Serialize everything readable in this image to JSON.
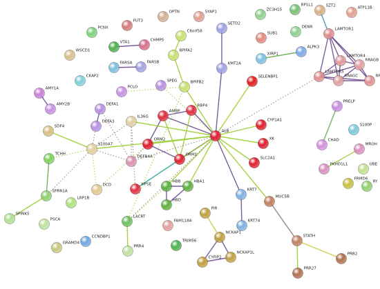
{
  "nodes": [
    {
      "id": "PCNX",
      "label": "PCNX",
      "color": "#7fd07f"
    },
    {
      "id": "FUT3",
      "label": "FUT3",
      "color": "#d67a7a"
    },
    {
      "id": "OPTN",
      "label": "OPTN",
      "color": "#d0b090"
    },
    {
      "id": "SYAP1",
      "label": "SYAP1",
      "color": "#e0a090"
    },
    {
      "id": "ZC3H15",
      "label": "ZC3H15",
      "color": "#8fd08f"
    },
    {
      "id": "RP1L1",
      "label": "RP1L1",
      "color": "#77c077"
    },
    {
      "id": "SZT2",
      "label": "SZT2",
      "color": "#d8b088"
    },
    {
      "id": "ATP11B",
      "label": "ATP11B",
      "color": "#e0a090"
    },
    {
      "id": "VTA1",
      "label": "VTA1",
      "color": "#4fb04f"
    },
    {
      "id": "CHMP5",
      "label": "CHMP5",
      "color": "#d86f8a"
    },
    {
      "id": "C6orf58",
      "label": "C6orf58",
      "color": "#c8e070"
    },
    {
      "id": "SETD2",
      "label": "SETD2",
      "color": "#a0a0e0"
    },
    {
      "id": "SUB1",
      "label": "SUB1",
      "color": "#e08a7a"
    },
    {
      "id": "DENR",
      "label": "DENR",
      "color": "#90d090"
    },
    {
      "id": "LAMTOR1",
      "label": "LAMTOR1",
      "color": "#e09090"
    },
    {
      "id": "WSCD1",
      "label": "WSCD1",
      "color": "#d8c090"
    },
    {
      "id": "FARSA",
      "label": "FARSA",
      "color": "#80c0e0"
    },
    {
      "id": "FARSB",
      "label": "FARSB",
      "color": "#a0a0e0"
    },
    {
      "id": "BPIFA2",
      "label": "BPIFA2",
      "color": "#c8e070"
    },
    {
      "id": "XIRP1",
      "label": "XIRP1",
      "color": "#80c0e0"
    },
    {
      "id": "ALPK3",
      "label": "ALPK3",
      "color": "#80a8e8"
    },
    {
      "id": "LAMTOR4",
      "label": "LAMTOR4",
      "color": "#e09a9a"
    },
    {
      "id": "RRAGB",
      "label": "RRAGB",
      "color": "#e0a0a0"
    },
    {
      "id": "CKAP2",
      "label": "CKAP2",
      "color": "#80d0d8"
    },
    {
      "id": "KMT2A",
      "label": "KMT2A",
      "color": "#a0a0e0"
    },
    {
      "id": "LAMTOR5",
      "label": "LAMTOR5",
      "color": "#e09090"
    },
    {
      "id": "RRAGC",
      "label": "RRAGC",
      "color": "#e0a0a0"
    },
    {
      "id": "RPTOR",
      "label": "RPTOR",
      "color": "#e09090"
    },
    {
      "id": "AMY1A",
      "label": "AMY1A",
      "color": "#c880d8"
    },
    {
      "id": "PCLO",
      "label": "PCLO",
      "color": "#c890e0"
    },
    {
      "id": "SPEG",
      "label": "SPEG",
      "color": "#b890e0"
    },
    {
      "id": "BPIFB2",
      "label": "BPIFB2",
      "color": "#c8e070"
    },
    {
      "id": "SELENBP1",
      "label": "SELENBP1",
      "color": "#e02020"
    },
    {
      "id": "AMY2B",
      "label": "AMY2B",
      "color": "#c890e0"
    },
    {
      "id": "DEFA1",
      "label": "DEFA1",
      "color": "#b890e0"
    },
    {
      "id": "RBP4",
      "label": "RBP4",
      "color": "#e03040"
    },
    {
      "id": "AMBP",
      "label": "AMBP",
      "color": "#e03040"
    },
    {
      "id": "IL36G",
      "label": "IL36G",
      "color": "#e0d0a0"
    },
    {
      "id": "PRELP",
      "label": "PRELP",
      "color": "#c890e0"
    },
    {
      "id": "DEFA3",
      "label": "DEFA3",
      "color": "#b890e0"
    },
    {
      "id": "SDF4",
      "label": "SDF4",
      "color": "#d8c080"
    },
    {
      "id": "CYP1A1",
      "label": "CYP1A1",
      "color": "#e02030"
    },
    {
      "id": "ALB",
      "label": "ALB",
      "color": "#e02040"
    },
    {
      "id": "S100P",
      "label": "S100P",
      "color": "#80c8d8"
    },
    {
      "id": "ORM2",
      "label": "ORM2",
      "color": "#e02030"
    },
    {
      "id": "S100A7",
      "label": "S100A7",
      "color": "#e0d0a0"
    },
    {
      "id": "XK",
      "label": "XK",
      "color": "#e02030"
    },
    {
      "id": "TCHH",
      "label": "TCHH",
      "color": "#80d060"
    },
    {
      "id": "DEFB4A",
      "label": "DEFB4A",
      "color": "#d890b0"
    },
    {
      "id": "ORM1",
      "label": "ORM1",
      "color": "#e02030"
    },
    {
      "id": "CHAD",
      "label": "CHAD",
      "color": "#d090e0"
    },
    {
      "id": "MROH",
      "label": "MROH",
      "color": "#d890c0"
    },
    {
      "id": "SLC2A1",
      "label": "SLC2A1",
      "color": "#e02030"
    },
    {
      "id": "PKHD1L1",
      "label": "PKHD1L1",
      "color": "#d890c0"
    },
    {
      "id": "UBE",
      "label": "UBE",
      "color": "#c0e090"
    },
    {
      "id": "FRMD6",
      "label": "FRMD6",
      "color": "#c8c040"
    },
    {
      "id": "RY",
      "label": "RY",
      "color": "#90d070"
    },
    {
      "id": "SPRR1A",
      "label": "SPRR1A",
      "color": "#90d070"
    },
    {
      "id": "DCD",
      "label": "DCD",
      "color": "#e0c890"
    },
    {
      "id": "HPSE",
      "label": "HPSE",
      "color": "#e03040"
    },
    {
      "id": "HBB",
      "label": "HBB",
      "color": "#60b040"
    },
    {
      "id": "HBA1",
      "label": "HBA1",
      "color": "#60b040"
    },
    {
      "id": "KRT7",
      "label": "KRT7",
      "color": "#80b0e0"
    },
    {
      "id": "MUC5B",
      "label": "MUC5B",
      "color": "#c08060"
    },
    {
      "id": "LRP1B",
      "label": "LRP1B",
      "color": "#b0e080"
    },
    {
      "id": "HBD",
      "label": "HBD",
      "color": "#60b040"
    },
    {
      "id": "SPINK5",
      "label": "SPINK5",
      "color": "#b0e090"
    },
    {
      "id": "PSCA",
      "label": "PSCA",
      "color": "#c0e0a0"
    },
    {
      "id": "LACRT",
      "label": "LACRT",
      "color": "#70c060"
    },
    {
      "id": "FAM118A",
      "label": "FAM118A",
      "color": "#e0a0a0"
    },
    {
      "id": "PIR",
      "label": "PIR",
      "color": "#c0a040"
    },
    {
      "id": "KRT74",
      "label": "KRT74",
      "color": "#80b0e0"
    },
    {
      "id": "CCNDBP1",
      "label": "CCNDBP1",
      "color": "#70a8e0"
    },
    {
      "id": "GRAMD4",
      "label": "GRAMD4",
      "color": "#c8c880"
    },
    {
      "id": "PRR4",
      "label": "PRR4",
      "color": "#c0e0a0"
    },
    {
      "id": "TRIM56",
      "label": "TRIM56",
      "color": "#50b050"
    },
    {
      "id": "NCKAP1",
      "label": "NCKAP1",
      "color": "#c0a040"
    },
    {
      "id": "STATH",
      "label": "STATH",
      "color": "#c08060"
    },
    {
      "id": "CYFIP2",
      "label": "CYFIP2",
      "color": "#c0a040"
    },
    {
      "id": "NCKAP1L",
      "label": "NCKAP1L",
      "color": "#c0a040"
    },
    {
      "id": "PRB2",
      "label": "PRB2",
      "color": "#b07050"
    },
    {
      "id": "PRR27",
      "label": "PRR27",
      "color": "#b07050"
    }
  ],
  "edges": [
    {
      "source": "VTA1",
      "target": "CHMP5",
      "color": "#6b4a8f",
      "style": "solid"
    },
    {
      "source": "FARSA",
      "target": "FARSB",
      "color": "#6b4a8f",
      "style": "solid"
    },
    {
      "source": "C6orf58",
      "target": "BPIFA2",
      "color": "#9acd32",
      "style": "solid"
    },
    {
      "source": "BPIFA2",
      "target": "BPIFB2",
      "color": "#9acd32",
      "style": "solid"
    },
    {
      "source": "SETD2",
      "target": "KMT2A",
      "color": "#6b4a8f",
      "style": "solid"
    },
    {
      "source": "XIRP1",
      "target": "ALPK3",
      "color": "#6aa84f",
      "style": "solid"
    },
    {
      "source": "SZT2",
      "target": "LAMTOR1",
      "color": "#3c8dbc",
      "style": "solid"
    },
    {
      "source": "LAMTOR1",
      "target": "LAMTOR4",
      "color": "#6b4a8f",
      "style": "solid"
    },
    {
      "source": "LAMTOR1",
      "target": "LAMTOR5",
      "color": "#6b4a8f",
      "style": "solid"
    },
    {
      "source": "LAMTOR1",
      "target": "RRAGB",
      "color": "#6b4a8f",
      "style": "solid"
    },
    {
      "source": "LAMTOR1",
      "target": "RRAGC",
      "color": "#6b4a8f",
      "style": "solid"
    },
    {
      "source": "LAMTOR1",
      "target": "RPTOR",
      "color": "#6b4a8f",
      "style": "solid"
    },
    {
      "source": "LAMTOR4",
      "target": "LAMTOR5",
      "color": "#6b4a8f",
      "style": "solid"
    },
    {
      "source": "LAMTOR4",
      "target": "RRAGB",
      "color": "#6b4a8f",
      "style": "solid"
    },
    {
      "source": "LAMTOR4",
      "target": "RRAGC",
      "color": "#6b4a8f",
      "style": "solid"
    },
    {
      "source": "LAMTOR5",
      "target": "RRAGC",
      "color": "#6b4a8f",
      "style": "solid"
    },
    {
      "source": "LAMTOR5",
      "target": "RRAGB",
      "color": "#6b4a8f",
      "style": "solid"
    },
    {
      "source": "LAMTOR5",
      "target": "RPTOR",
      "color": "#6b4a8f",
      "style": "solid"
    },
    {
      "source": "RRAGB",
      "target": "RRAGC",
      "color": "#6b4a8f",
      "style": "solid"
    },
    {
      "source": "RRAGB",
      "target": "RPTOR",
      "color": "#6b4a8f",
      "style": "solid"
    },
    {
      "source": "RRAGC",
      "target": "RPTOR",
      "color": "#6b4a8f",
      "style": "solid"
    },
    {
      "source": "AMY1A",
      "target": "AMY2B",
      "color": "#6b4a8f",
      "style": "solid"
    },
    {
      "source": "DEFA1",
      "target": "DEFA3",
      "color": "#6b4a8f",
      "style": "solid"
    },
    {
      "source": "AMBP",
      "target": "RBP4",
      "color": "#6b4a8f",
      "style": "solid"
    },
    {
      "source": "AMBP",
      "target": "ALB",
      "color": "#6b4a8f",
      "style": "solid"
    },
    {
      "source": "AMBP",
      "target": "ORM2",
      "color": "#6b4a8f",
      "style": "solid"
    },
    {
      "source": "AMBP",
      "target": "ORM1",
      "color": "#9acd32",
      "style": "solid"
    },
    {
      "source": "RBP4",
      "target": "ALB",
      "color": "#6b4a8f",
      "style": "solid"
    },
    {
      "source": "RBP4",
      "target": "ORM1",
      "color": "#9acd32",
      "style": "solid"
    },
    {
      "source": "ORM2",
      "target": "ORM1",
      "color": "#6b4a8f",
      "style": "solid"
    },
    {
      "source": "ORM2",
      "target": "ALB",
      "color": "#9acd32",
      "style": "solid"
    },
    {
      "source": "ORM1",
      "target": "ALB",
      "color": "#6b4a8f",
      "style": "solid"
    },
    {
      "source": "ALB",
      "target": "CYP1A1",
      "color": "#9acd32",
      "style": "solid"
    },
    {
      "source": "ALB",
      "target": "XK",
      "color": "#9acd32",
      "style": "solid"
    },
    {
      "source": "ALB",
      "target": "SLC2A1",
      "color": "#9acd32",
      "style": "solid"
    },
    {
      "source": "ALB",
      "target": "SELENBP1",
      "color": "#9acd32",
      "style": "solid"
    },
    {
      "source": "ALB",
      "target": "KRT7",
      "color": "#6b4a8f",
      "style": "solid"
    },
    {
      "source": "ALB",
      "target": "MUC5B",
      "color": "#9acd32",
      "style": "solid"
    },
    {
      "source": "ALB",
      "target": "HPSE",
      "color": "#9acd32",
      "style": "solid"
    },
    {
      "source": "ALB",
      "target": "HBB",
      "color": "#9acd32",
      "style": "solid"
    },
    {
      "source": "ALB",
      "target": "HBA1",
      "color": "#9acd32",
      "style": "solid"
    },
    {
      "source": "ALB",
      "target": "KMT2A",
      "color": "#6b4a8f",
      "style": "solid"
    },
    {
      "source": "ALB",
      "target": "BPIFB2",
      "color": "#9acd32",
      "style": "solid"
    },
    {
      "source": "ALB",
      "target": "S100A7",
      "color": "#9acd32",
      "style": "solid"
    },
    {
      "source": "ALB",
      "target": "LAMTOR5",
      "color": "#8a7a6a",
      "style": "dotted"
    },
    {
      "source": "ALB",
      "target": "DEFB4A",
      "color": "#8a7a6a",
      "style": "dotted"
    },
    {
      "source": "ALB",
      "target": "IL36G",
      "color": "#9acd32",
      "style": "solid"
    },
    {
      "source": "ALB",
      "target": "SPEG",
      "color": "#9acd32",
      "style": "dotted"
    },
    {
      "source": "ALB",
      "target": "LACRT",
      "color": "#8a7a6a",
      "style": "dotted"
    },
    {
      "source": "HPSE",
      "target": "ORM1",
      "color": "#3cb0c8",
      "style": "solid"
    },
    {
      "source": "HBB",
      "target": "HBA1",
      "color": "#6b4a8f",
      "style": "solid"
    },
    {
      "source": "HBB",
      "target": "HBD",
      "color": "#6b4a8f",
      "style": "solid"
    },
    {
      "source": "HBA1",
      "target": "HBD",
      "color": "#6b4a8f",
      "style": "solid"
    },
    {
      "source": "KRT7",
      "target": "KRT74",
      "color": "#6b4a8f",
      "style": "solid"
    },
    {
      "source": "IL36G",
      "target": "S100A7",
      "color": "#8a7a6a",
      "style": "dotted"
    },
    {
      "source": "IL36G",
      "target": "DEFB4A",
      "color": "#8a7a6a",
      "style": "dotted"
    },
    {
      "source": "S100A7",
      "target": "DEFB4A",
      "color": "#8a7a6a",
      "style": "dotted"
    },
    {
      "source": "S100A7",
      "target": "TCHH",
      "color": "#9acd32",
      "style": "dotted"
    },
    {
      "source": "S100A7",
      "target": "SPRR1A",
      "color": "#8a7a6a",
      "style": "dotted"
    },
    {
      "source": "S100A7",
      "target": "SDF4",
      "color": "#9acd32",
      "style": "solid"
    },
    {
      "source": "S100A7",
      "target": "DEFA3",
      "color": "#8a7a6a",
      "style": "dotted"
    },
    {
      "source": "S100A7",
      "target": "DCD",
      "color": "#9acd32",
      "style": "dotted"
    },
    {
      "source": "TCHH",
      "target": "SPRR1A",
      "color": "#6aa84f",
      "style": "solid"
    },
    {
      "source": "SPRR1A",
      "target": "SPINK5",
      "color": "#9acd32",
      "style": "solid"
    },
    {
      "source": "DEFB4A",
      "target": "DEFA1",
      "color": "#8a7a6a",
      "style": "dotted"
    },
    {
      "source": "DEFB4A",
      "target": "ORM2",
      "color": "#8a7a6a",
      "style": "dotted"
    },
    {
      "source": "DCD",
      "target": "ORM2",
      "color": "#9acd32",
      "style": "dotted"
    },
    {
      "source": "LACRT",
      "target": "PRR4",
      "color": "#9acd32",
      "style": "solid"
    },
    {
      "source": "LACRT",
      "target": "HBB",
      "color": "#9acd32",
      "style": "dotted"
    },
    {
      "source": "MUC5B",
      "target": "STATH",
      "color": "#8a7a6a",
      "style": "solid"
    },
    {
      "source": "STATH",
      "target": "PRB2",
      "color": "#c8c840",
      "style": "solid"
    },
    {
      "source": "STATH",
      "target": "PRR27",
      "color": "#9acd32",
      "style": "solid"
    },
    {
      "source": "PIR",
      "target": "NCKAP1",
      "color": "#c8c840",
      "style": "solid"
    },
    {
      "source": "NCKAP1",
      "target": "CYFIP2",
      "color": "#6b4a8f",
      "style": "solid"
    },
    {
      "source": "NCKAP1",
      "target": "NCKAP1L",
      "color": "#6b4a8f",
      "style": "solid"
    },
    {
      "source": "CYFIP2",
      "target": "NCKAP1L",
      "color": "#6b4a8f",
      "style": "solid"
    },
    {
      "source": "PRELP",
      "target": "CHAD",
      "color": "#6aa84f",
      "style": "solid"
    },
    {
      "source": "MROH",
      "target": "PKHD1L1",
      "color": "#9acd32",
      "style": "solid"
    },
    {
      "source": "BPIFB2",
      "target": "PCLO",
      "color": "#9acd32",
      "style": "dotted"
    },
    {
      "source": "LACRT",
      "target": "BPIFB2",
      "color": "#9acd32",
      "style": "dotted"
    },
    {
      "source": "IL36G",
      "target": "HPSE",
      "color": "#8a7a6a",
      "style": "dotted"
    }
  ]
}
